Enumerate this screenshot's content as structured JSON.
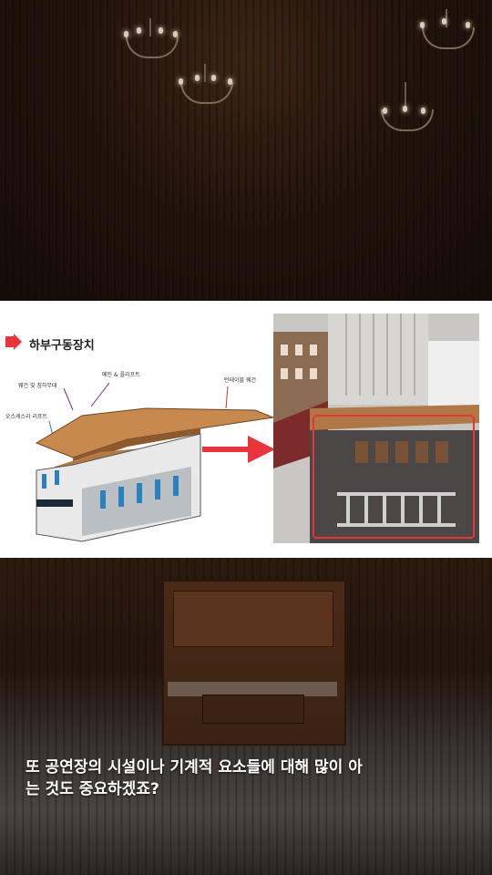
{
  "diagram": {
    "title": "하부구동장치",
    "labels": {
      "wagon_lift": "웨건 및 침하무대",
      "main_lift": "메인 & 플리프트",
      "turntable_wagon": "턴테이블 웨건",
      "orchestra_lift": "오스케스라 리프트"
    }
  },
  "caption": {
    "line1": "또 공연장의 시설이나 기계적 요소들에 대해 많이 아",
    "line2": "는 것도 중요하겠죠?"
  },
  "colors": {
    "accent_red": "#e8343a",
    "stage_wood": "#c8894e",
    "lift_blue": "#2a7fbf"
  }
}
